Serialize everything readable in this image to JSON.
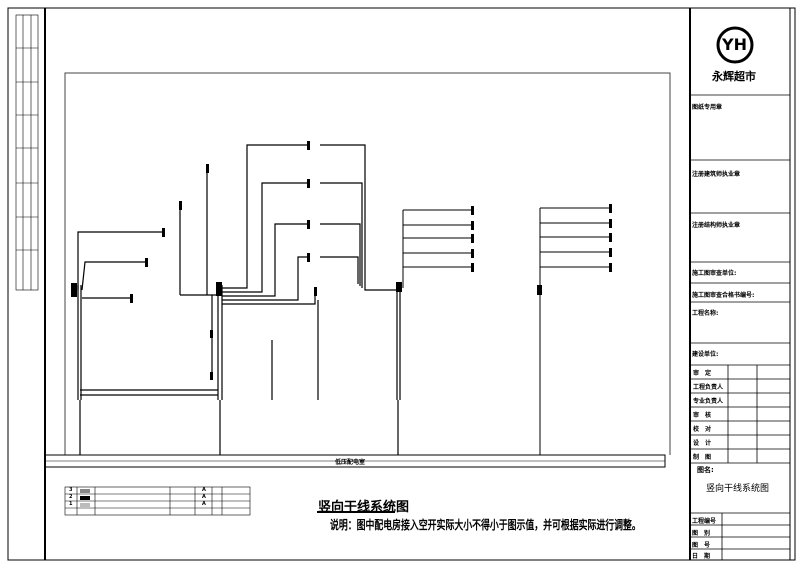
{
  "title_block": {
    "logo_mark": "YH",
    "company_name": "永辉超市",
    "seal_label": "图纸专用章",
    "architect_seal": "注册建筑师执业章",
    "structural_seal": "注册结构师执业章",
    "review_unit": "施工图审查单位:",
    "review_cert_no": "施工图审查合格书编号:",
    "project_name": "工程名称:",
    "client": "建设单位:",
    "roles": [
      "审　定",
      "工程负责人",
      "专业负责人",
      "审　核",
      "校　对",
      "设　计",
      "制　图"
    ],
    "drawing_name_label": "图名:",
    "drawing_name": "竖向干线系统图",
    "meta_rows": [
      "工程编号",
      "图　别",
      "图　号",
      "日　期"
    ]
  },
  "diagram": {
    "busbar_label": "低压配电室"
  },
  "revision_table": {
    "rows": [
      {
        "no": "3",
        "mark": "A"
      },
      {
        "no": "2",
        "mark": "A"
      },
      {
        "no": "1",
        "mark": "A"
      }
    ]
  },
  "main": {
    "title": "竖向干线系统图",
    "note": "说明：图中配电房接入空开实际大小不得小于图示值，并可根据实际进行调整。"
  }
}
